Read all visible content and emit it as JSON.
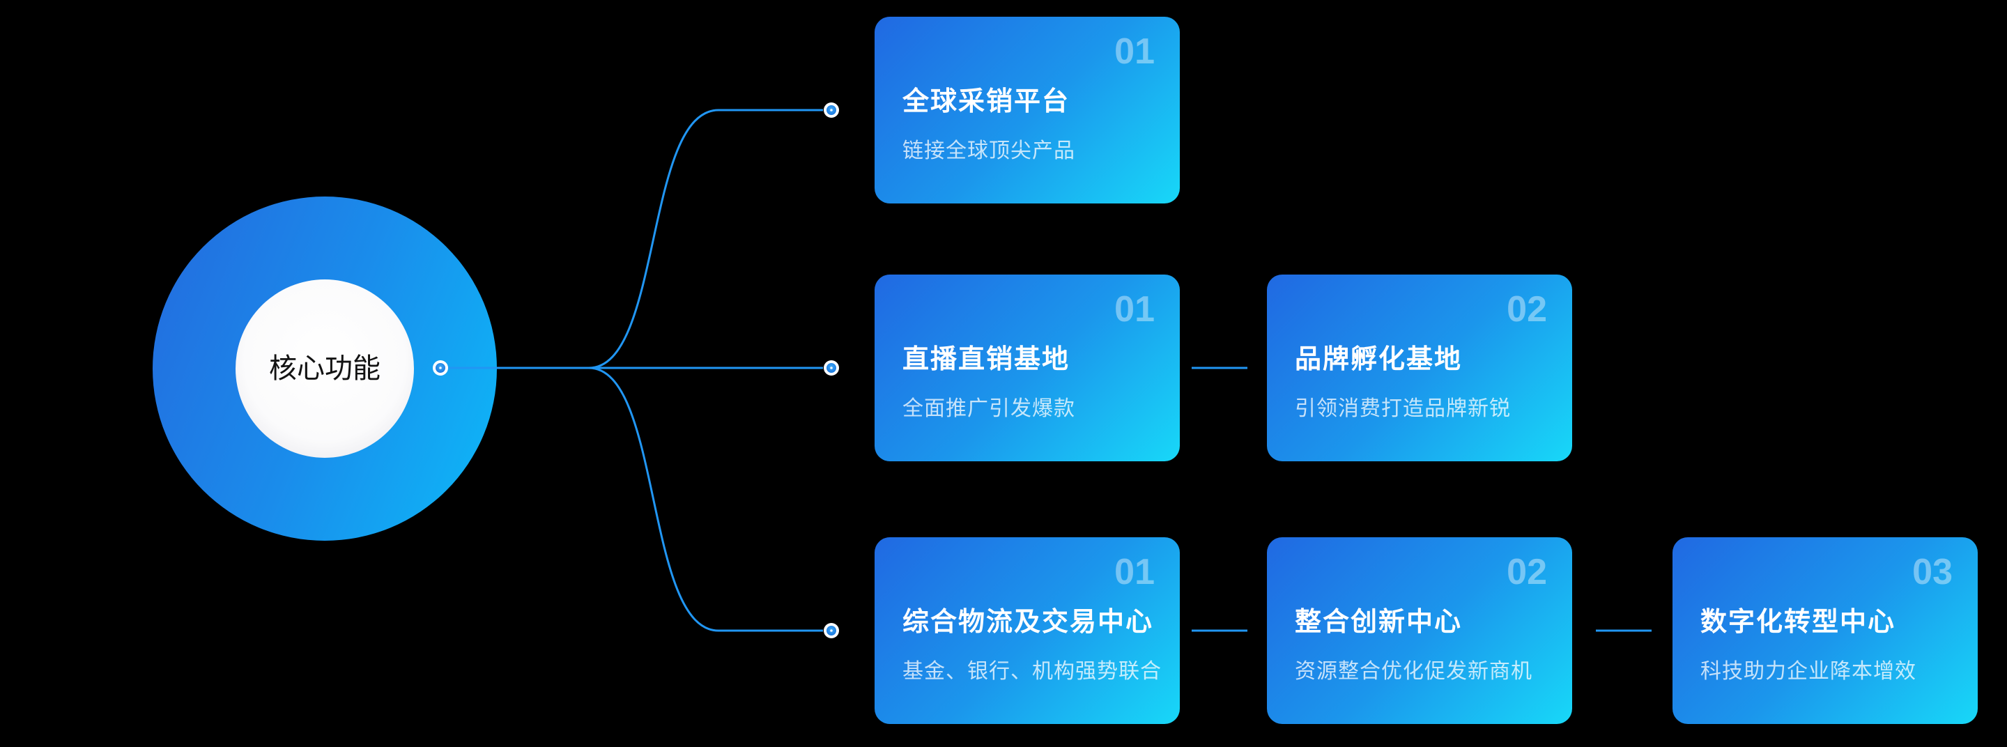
{
  "background": "#000000",
  "colors": {
    "connector_line": "#2196f3",
    "card_gradient_start": "#2069e2",
    "card_gradient_end": "#18d8f8",
    "circle_gradient_start": "#2270e0",
    "circle_gradient_end": "#0fb2f6",
    "inner_circle": "#ffffff",
    "card_number": "rgba(255,255,255,0.40)",
    "card_subtitle": "rgba(255,255,255,0.75)",
    "core_label_color": "#131313"
  },
  "center": {
    "label": "核心功能"
  },
  "rows": [
    {
      "cards": [
        {
          "number": "01",
          "title": "全球采销平台",
          "subtitle": "链接全球顶尖产品"
        }
      ]
    },
    {
      "cards": [
        {
          "number": "01",
          "title": "直播直销基地",
          "subtitle": "全面推广引发爆款"
        },
        {
          "number": "02",
          "title": "品牌孵化基地",
          "subtitle": "引领消费打造品牌新锐"
        }
      ]
    },
    {
      "cards": [
        {
          "number": "01",
          "title": "综合物流及交易中心",
          "subtitle": "基金、银行、机构强势联合"
        },
        {
          "number": "02",
          "title": "整合创新中心",
          "subtitle": "资源整合优化促发新商机"
        },
        {
          "number": "03",
          "title": "数字化转型中心",
          "subtitle": "科技助力企业降本增效"
        }
      ]
    }
  ]
}
